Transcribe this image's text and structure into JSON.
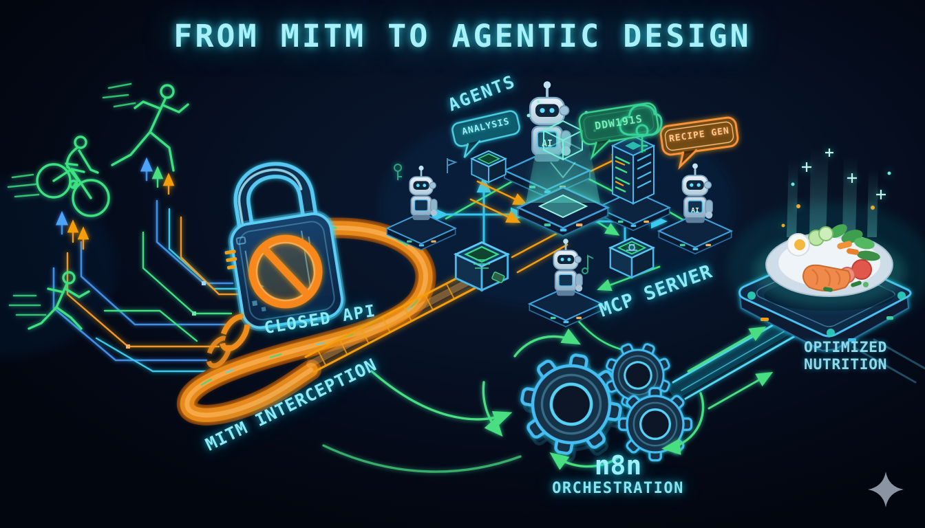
{
  "title": "FROM MITM TO AGENTIC DESIGN",
  "labels": {
    "agents": "AGENTS",
    "analysis": "ANALYSIS",
    "data_feed": "DDW191S",
    "recipe_gen": "RECIPE GEN",
    "closed_api": "CLOSED API",
    "mitm_interception": "MITM INTERCEPTION",
    "mcp_server": "MCP SERVER",
    "optimized_1": "OPTIMIZED",
    "optimized_2": "NUTRITION",
    "n8n": "n8n",
    "orchestration": "ORCHESTRATION",
    "robot_chest": "AI"
  },
  "colors": {
    "background": "#050b17",
    "neon_cyan": "#7fe3f0",
    "neon_green": "#3ee27f",
    "neon_blue": "#45b9f5",
    "neon_orange": "#f7941e",
    "sparkle_gray": "#8b94a3"
  }
}
